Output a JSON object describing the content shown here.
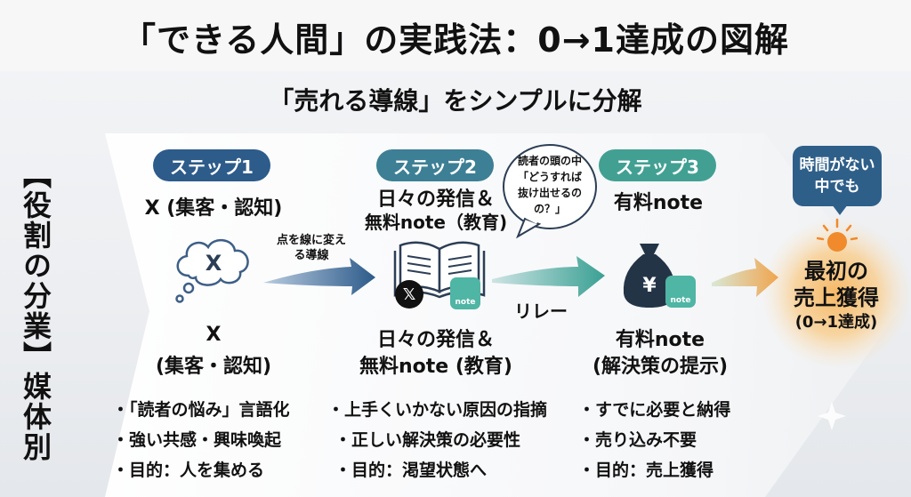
{
  "title": "「できる人間」の実践法：0→1達成の図解",
  "subtitle": "「売れる導線」をシンプルに分解",
  "side_label": "【役割の分業】媒体別",
  "steps": [
    {
      "pill": "ステップ1",
      "top_title": "X (集客・認知)",
      "media_line1": "X",
      "media_line2": "(集客・認知)",
      "bullets": [
        "・「読者の悩み」言語化",
        "・強い共感・興味喚起",
        "・目的：人を集める"
      ]
    },
    {
      "pill": "ステップ2",
      "top_line1": "日々の発信＆",
      "top_line2": "無料note（教育)",
      "media_line1": "日々の発信＆",
      "media_line2": "無料note (教育)",
      "bullets": [
        "・上手くいかない原因の指摘",
        "・正しい解決策の必要性",
        "・目的：渇望状態へ"
      ]
    },
    {
      "pill": "ステップ3",
      "top_title": "有料note",
      "media_line1": "有料note",
      "media_line2": "(解決策の提示)",
      "bullets": [
        "・すでに必要と納得",
        "・売り込み不要",
        "・目的：売上獲得"
      ]
    }
  ],
  "arrow1_label_line1": "点を線に変え",
  "arrow1_label_line2": "る導線",
  "relay_label": "リレー",
  "reader_thought": [
    "読者の頭の中",
    "「どうすれば",
    "抜け出せるの",
    "の？」"
  ],
  "tip_bubble": [
    "時間がない",
    "中でも"
  ],
  "goal": {
    "line1": "最初の",
    "line2": "売上獲得",
    "line3": "(0→1達成)"
  },
  "badges": {
    "x_glyph": "𝕏",
    "note_label": "note",
    "yen": "¥"
  },
  "icons": [
    "thought-cloud-icon",
    "x-logo-icon",
    "open-book-icon",
    "note-logo-icon",
    "money-bag-icon",
    "sun-icon",
    "sparkle-icon"
  ],
  "colors": {
    "step1": "#2d5b8a",
    "step2": "#3d7f95",
    "step3": "#42a093",
    "goal": "#f5a24a",
    "tip": "#2e5f89"
  }
}
